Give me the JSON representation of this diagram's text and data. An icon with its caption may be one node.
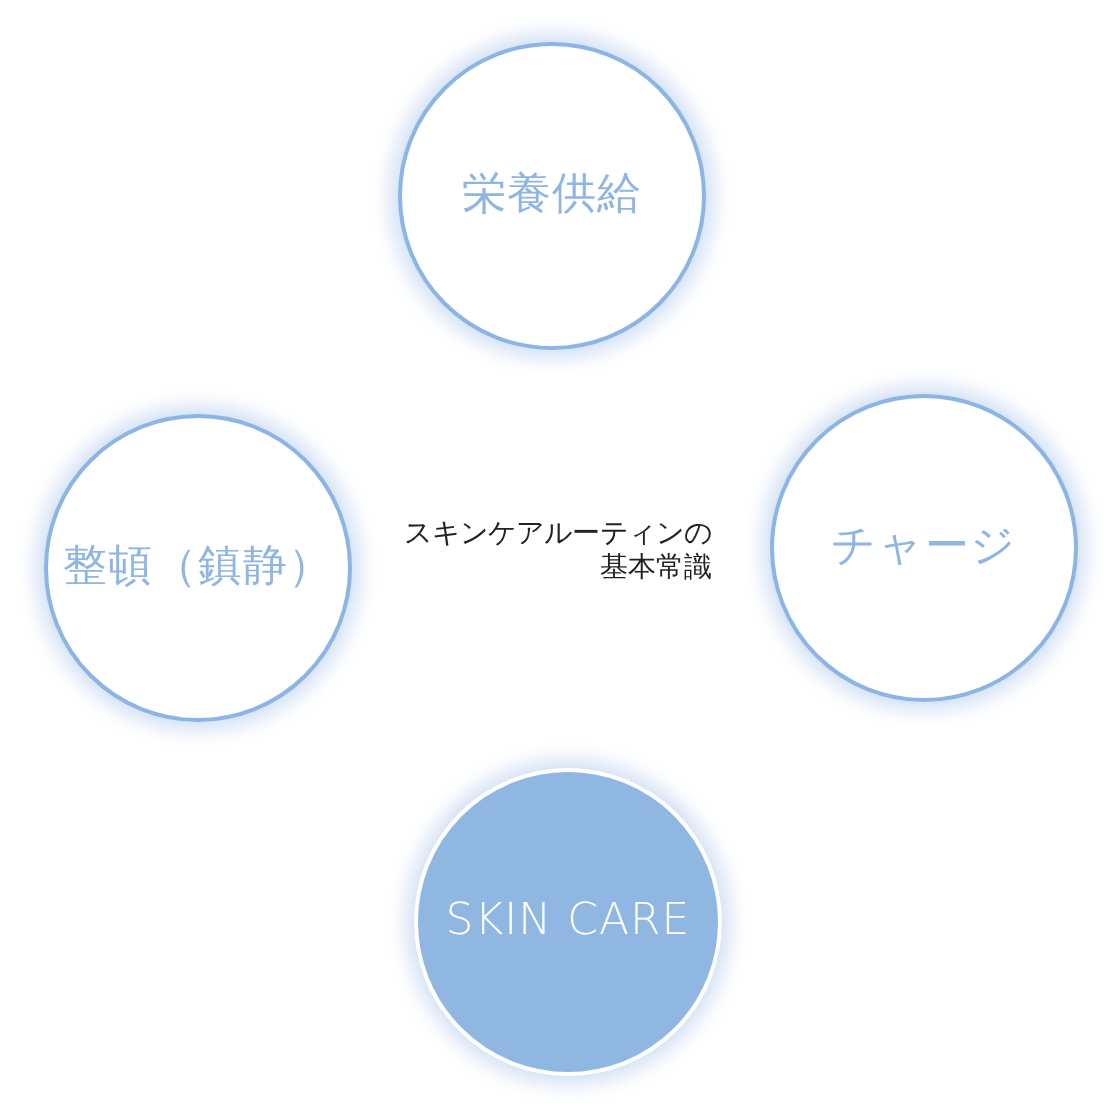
{
  "diagram": {
    "nodes": [
      {
        "text": [
          "栄養供給"
        ]
      },
      {
        "text": [
          "整頓（鎮静）"
        ]
      },
      {
        "text": [
          "チャージ"
        ]
      },
      {
        "text": [
          "SKIN CARE"
        ]
      }
    ],
    "labels": [
      "スキンケアルーティンの基本常識"
    ]
  }
}
